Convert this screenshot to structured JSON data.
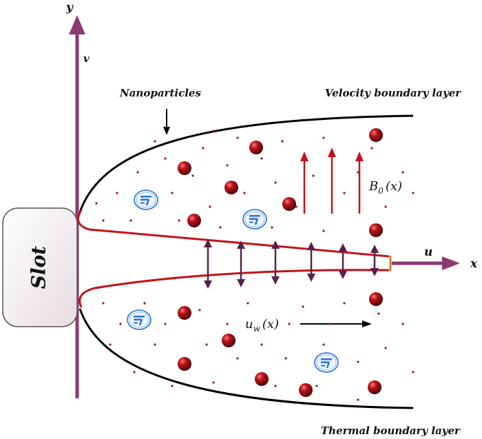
{
  "labels": {
    "y_axis": "y",
    "v_velocity": "v",
    "nanoparticles": "Nanoparticles",
    "velocity_boundary_layer": "Velocity boundary layer",
    "thermal_boundary_layer": "Thermal boundary layer",
    "slot": "Slot",
    "u_velocity": "u",
    "x_axis": "x",
    "magnetic_field": {
      "symbol": "B",
      "subscript": "0",
      "argument": "(x)"
    },
    "wall_velocity": {
      "symbol": "u",
      "subscript": "w",
      "argument": "(x)"
    }
  },
  "colors": {
    "axis": "#8e3a72",
    "boundary_outer": "#000000",
    "boundary_inner": "#c0141a",
    "field_arrow": "#c0141a",
    "double_arrow": "#5a1f4a",
    "particle": "#a0101a",
    "dot": "#a0101a",
    "slot_fill": "#f4eef2",
    "emblem": "#2a6fd6"
  },
  "icons": [
    "nanoparticle-sphere",
    "base-fluid-emblem"
  ]
}
